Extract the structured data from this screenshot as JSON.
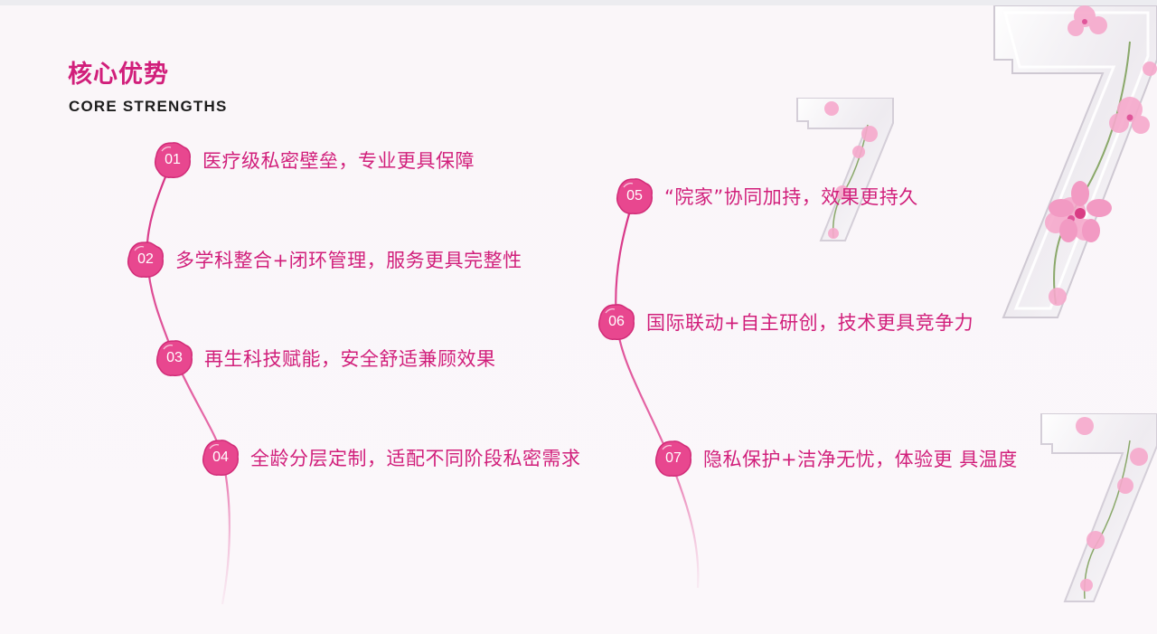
{
  "header": {
    "title_cn": "核心优势",
    "title_en": "CORE STRENGTHS"
  },
  "strengths": [
    {
      "num": "01",
      "text": "医疗级私密壁垒，专业更具保障"
    },
    {
      "num": "02",
      "text": "多学科整合+闭环管理，服务更具完整性"
    },
    {
      "num": "03",
      "text": "再生科技赋能，安全舒适兼顾效果"
    },
    {
      "num": "04",
      "text": "全龄分层定制，适配不同阶段私密需求"
    },
    {
      "num": "05",
      "text": "“院家”协同加持，效果更持久"
    },
    {
      "num": "06",
      "text": "国际联动+自主研创，技术更具竞争力"
    },
    {
      "num": "07",
      "text": "隐私保护+洁净无忧，体验更 具温度"
    }
  ],
  "decorations": [
    "glass-seven-icon",
    "glass-seven-icon",
    "glass-seven-icon",
    "cherry-blossom-icon"
  ],
  "colors": {
    "accent": "#d11f7b",
    "badge": "#e8478f",
    "curve": "#e35ba0",
    "heading_en": "#1d1d1d",
    "background": "#fbf7fa"
  }
}
